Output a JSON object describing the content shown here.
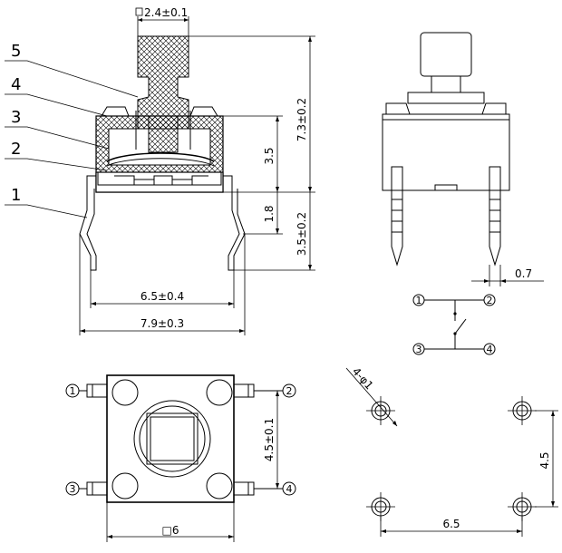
{
  "callouts": [
    "5",
    "4",
    "3",
    "2",
    "1"
  ],
  "dims": {
    "top_width": "2.4±0.1",
    "total_height": "7.3±0.2",
    "body_height": "3.5",
    "base_gap": "1.8",
    "pin_length": "3.5±0.2",
    "pin_span": "6.5±0.4",
    "overall_width": "7.9±0.3",
    "pin_thickness": "0.7",
    "pad_pitch_v": "4.5±0.1",
    "body_size": "□6",
    "hole_dia": "4-φ1",
    "hole_pitch_v": "4.5",
    "hole_pitch_h": "6.5"
  },
  "pins": {
    "p1": "1",
    "p2": "2",
    "p3": "3",
    "p4": "4"
  }
}
